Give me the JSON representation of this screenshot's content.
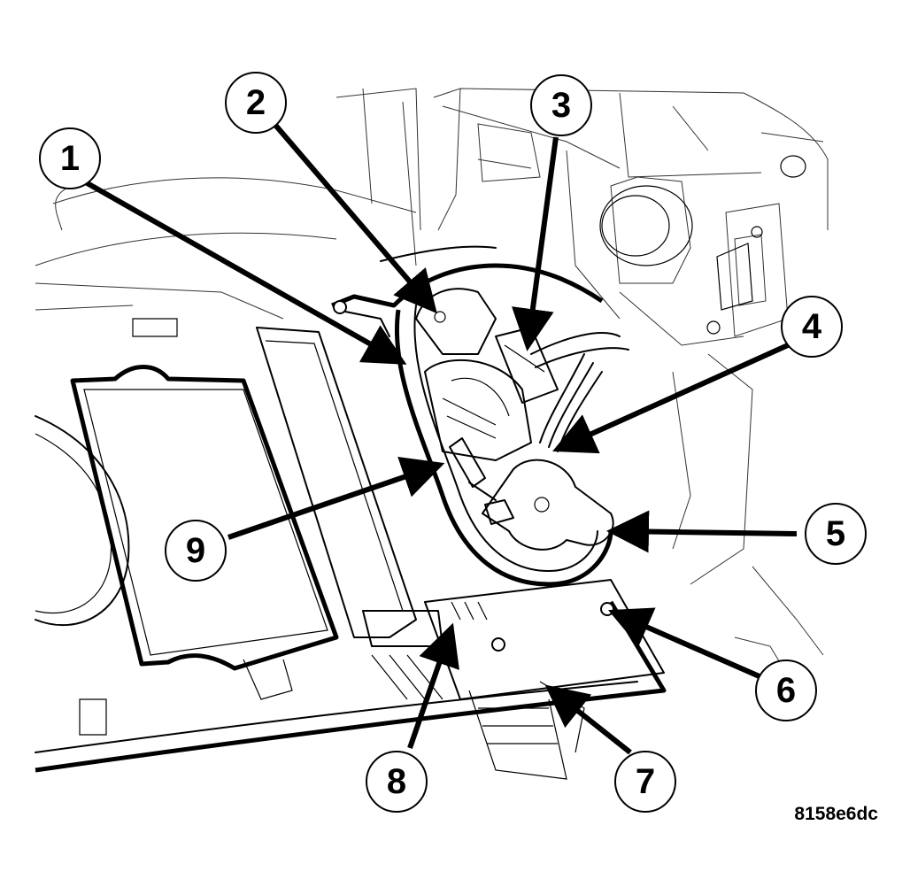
{
  "figure_id": "8158e6dc",
  "callouts": [
    {
      "label": "1"
    },
    {
      "label": "2"
    },
    {
      "label": "3"
    },
    {
      "label": "4"
    },
    {
      "label": "5"
    },
    {
      "label": "6"
    },
    {
      "label": "7"
    },
    {
      "label": "8"
    },
    {
      "label": "9"
    }
  ]
}
